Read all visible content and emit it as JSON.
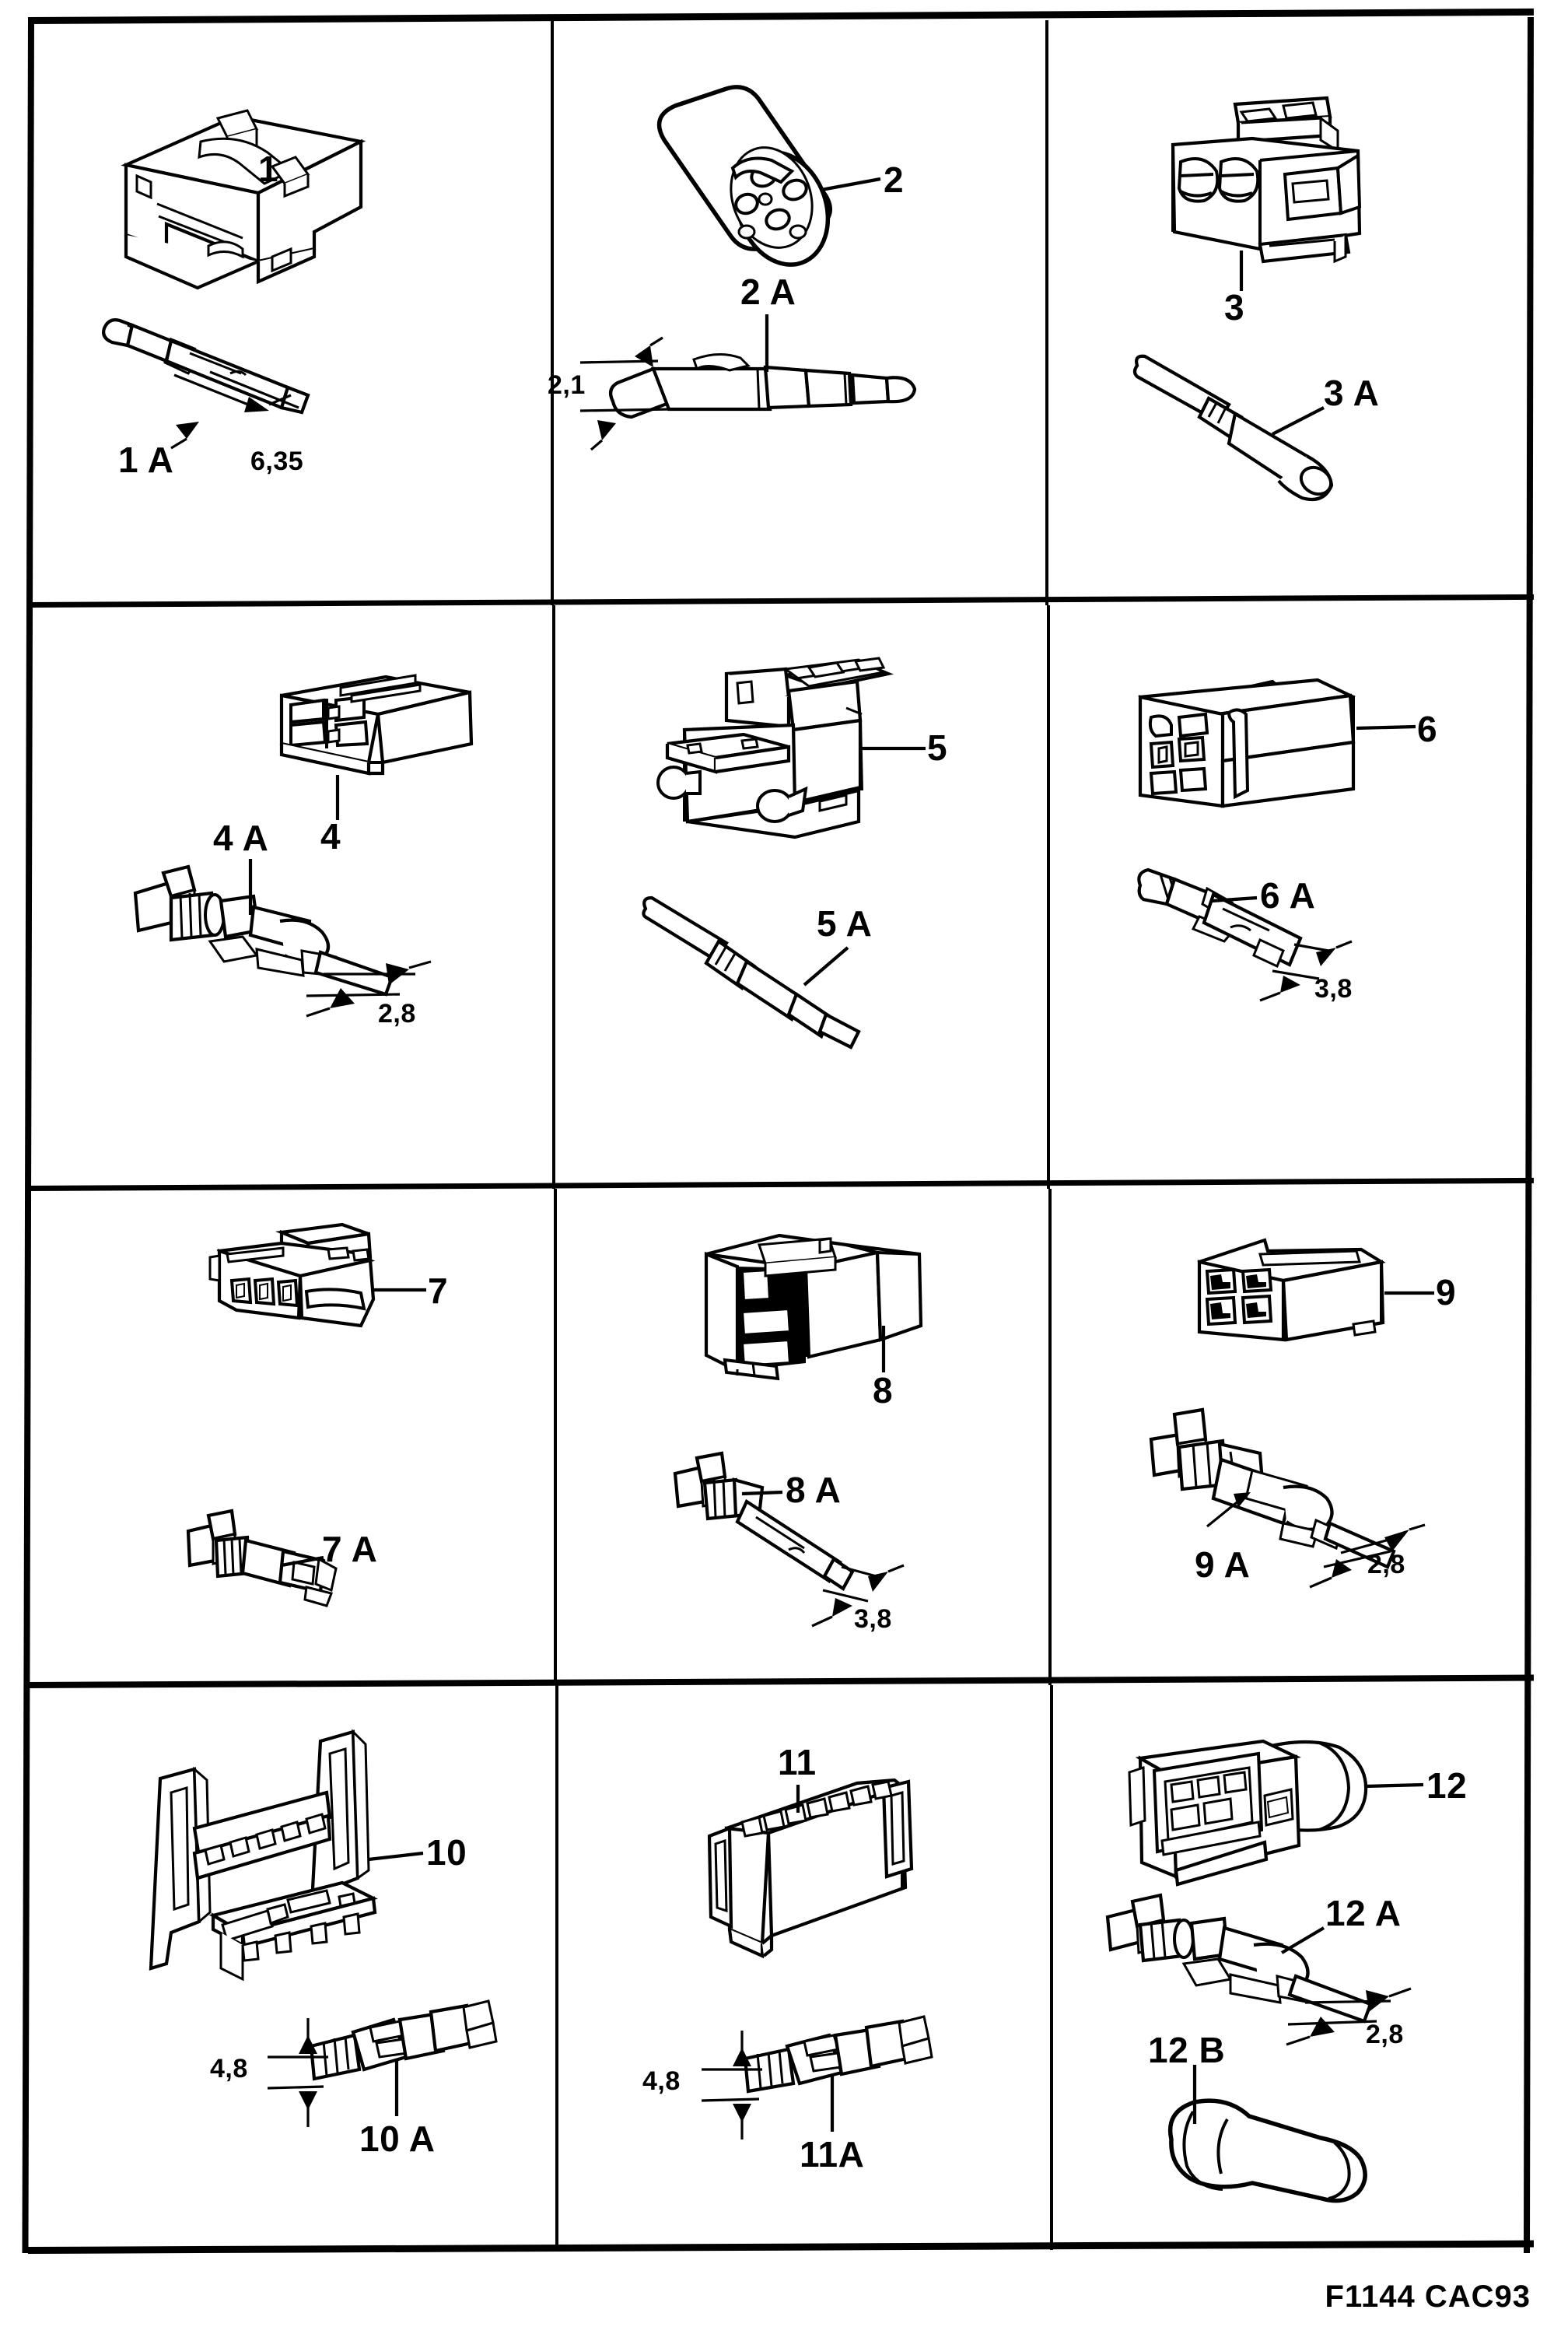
{
  "document": {
    "type": "parts-illustration",
    "footer_code": "F1144 CAC93",
    "grid": {
      "rows": 4,
      "cols": 3
    }
  },
  "cells": [
    {
      "id": "cell-1",
      "connector_label": "1",
      "terminal_label": "1 A",
      "dimension": "6,35",
      "connector_kind": "rectangular-housing",
      "terminal_kind": "blade-terminal"
    },
    {
      "id": "cell-2",
      "connector_label": "2",
      "terminal_label": "2 A",
      "dimension": "2,1",
      "connector_kind": "round-multipin-housing",
      "terminal_kind": "round-pin-terminal"
    },
    {
      "id": "cell-3",
      "connector_label": "3",
      "terminal_label": "3 A",
      "dimension": "",
      "connector_kind": "two-way-housing",
      "terminal_kind": "round-socket-terminal"
    },
    {
      "id": "cell-4",
      "connector_label": "4",
      "terminal_label": "4 A",
      "dimension": "2,8",
      "connector_kind": "four-way-housing",
      "terminal_kind": "flat-receptacle-terminal"
    },
    {
      "id": "cell-5",
      "connector_label": "5",
      "terminal_label": "5 A",
      "dimension": "",
      "connector_kind": "boxed-relay-housing",
      "terminal_kind": "round-pin-terminal"
    },
    {
      "id": "cell-6",
      "connector_label": "6",
      "terminal_label": "6 A",
      "dimension": "3,8",
      "connector_kind": "latched-housing",
      "terminal_kind": "blade-terminal"
    },
    {
      "id": "cell-7",
      "connector_label": "7",
      "terminal_label": "7 A",
      "dimension": "",
      "connector_kind": "low-profile-housing",
      "terminal_kind": "flat-receptacle-terminal"
    },
    {
      "id": "cell-8",
      "connector_label": "8",
      "terminal_label": "8 A",
      "dimension": "3,8",
      "connector_kind": "open-frame-housing",
      "terminal_kind": "blade-terminal"
    },
    {
      "id": "cell-9",
      "connector_label": "9",
      "terminal_label": "9 A",
      "dimension": "2,8",
      "connector_kind": "block-housing",
      "terminal_kind": "flat-receptacle-terminal"
    },
    {
      "id": "cell-10",
      "connector_label": "10",
      "terminal_label": "10 A",
      "dimension": "4,8",
      "connector_kind": "bracket-strip-housing",
      "terminal_kind": "barrel-terminal"
    },
    {
      "id": "cell-11",
      "connector_label": "11",
      "terminal_label": "11A",
      "dimension": "4,8",
      "connector_kind": "multi-cavity-block",
      "terminal_kind": "barrel-terminal"
    },
    {
      "id": "cell-12",
      "connector_label": "12",
      "terminal_label": "12 A",
      "secondary_label": "12 B",
      "dimension": "2,8",
      "connector_kind": "sealed-housing",
      "terminal_kind": "flat-receptacle-terminal",
      "secondary_kind": "rubber-boot-seal"
    }
  ]
}
